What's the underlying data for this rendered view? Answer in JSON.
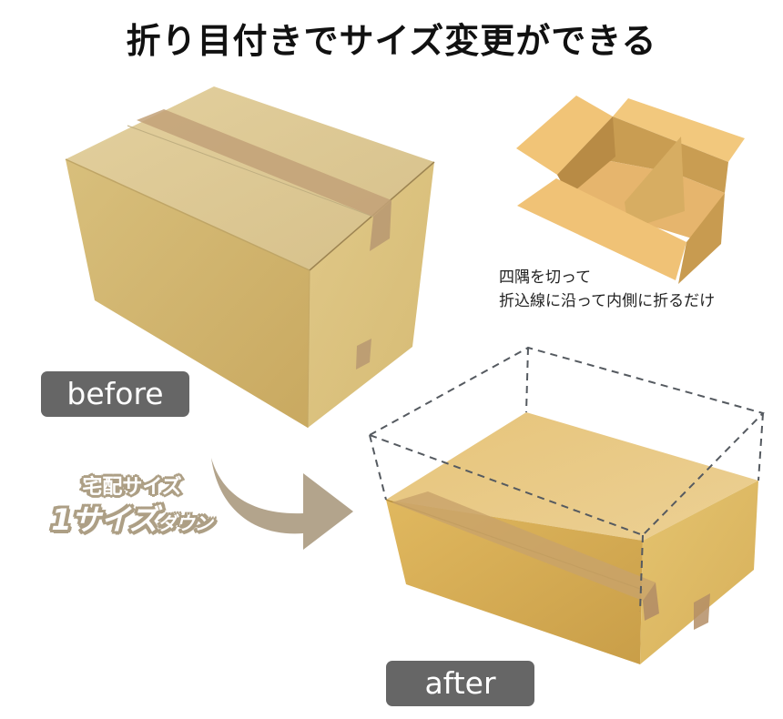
{
  "title": "折り目付きでサイズ変更ができる",
  "instruction": {
    "line1": "四隅を切って",
    "line2": "折込線に沿って内側に折るだけ"
  },
  "labels": {
    "before": "before",
    "after": "after"
  },
  "size_change": {
    "line1": "宅配サイズ",
    "line2_big": "1サイズ",
    "line2_small": "ダウン"
  },
  "images": {
    "before_box": "closed-cardboard-box-taped",
    "open_box": "open-cardboard-box-with-folded-divider",
    "after_box": "reduced-height-cardboard-box-with-dashed-original-outline",
    "arrow": "curved-arrow-right"
  },
  "colors": {
    "badge_bg": "#666666",
    "badge_text": "#ffffff",
    "arrow": "#b3a48c",
    "label_stroke": "#ad9f85",
    "dashed_outline": "#555a60",
    "cardboard_light": "#e8c98a",
    "cardboard_mid": "#d9b36c",
    "tape": "#c2a178"
  }
}
